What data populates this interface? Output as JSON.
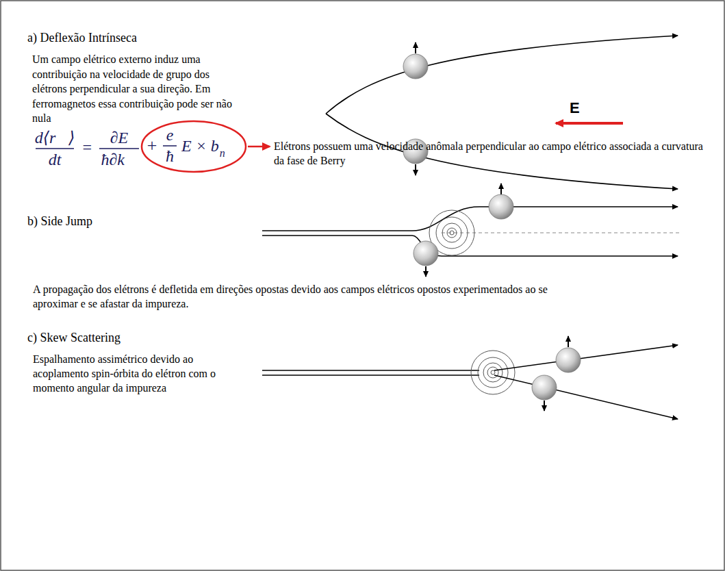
{
  "diagram": {
    "nodes": [
      {
        "text": [
          "+",
          "e",
          "ħ",
          "E × b",
          "n"
        ]
      }
    ],
    "labels": [
      "a) Deflexão Intrínseca",
      "Um campo elétrico externo induz uma contribuição na velocidade de grupo dos elétrons perpendicular a sua direção. Em ferromagnetos essa contribuição pode ser não nula",
      "d⟨r⃗⟩",
      "dt",
      "=",
      "∂E",
      "ħ∂k⃗",
      "Elétrons possuem uma velocidade anômala perpendicular ao campo elétrico associada a curvatura da fase de Berry",
      "E",
      "b) Side Jump",
      "A propagação dos elétrons é defletida em direções opostas devido aos campos elétricos opostos experimentados ao se aproximar e se afastar da impureza.",
      "c) Skew Scattering",
      "Espalhamento assimétrico devido ao acoplamento spin-órbita do elétron com o momento angular da impureza"
    ]
  }
}
